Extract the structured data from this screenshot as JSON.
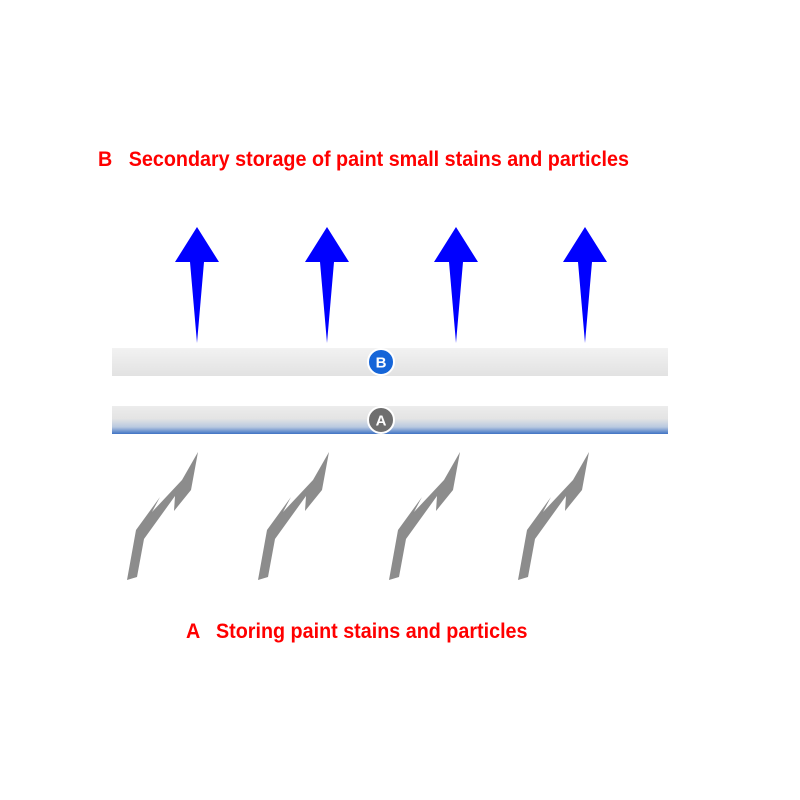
{
  "captions": {
    "top": {
      "letter": "B",
      "text": "Secondary storage of paint small stains and particles"
    },
    "bottom": {
      "letter": "A",
      "text": "Storing paint stains and particles"
    }
  },
  "layers": {
    "upper": {
      "badge": "B"
    },
    "lower": {
      "badge": "A"
    }
  },
  "colors": {
    "caption": "#ff0000",
    "arrow": "#0000ff",
    "lightning": "#8c8c8c",
    "badge_b": "#1565d8",
    "badge_a": "#6e6e6e",
    "layer_fill": "#e6e6e6",
    "layer_a_stain": "#3f73c4"
  },
  "icons": {
    "up": "arrow-up-icon",
    "zigzag": "lightning-bolt-icon"
  }
}
